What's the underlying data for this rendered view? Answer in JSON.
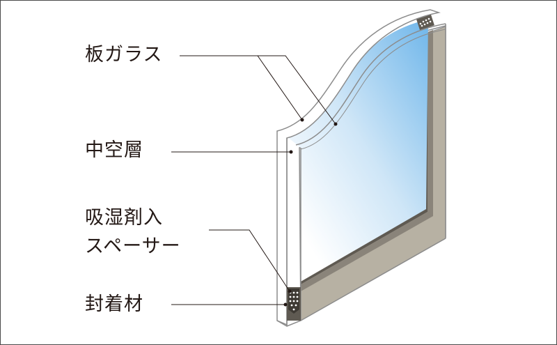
{
  "labels": {
    "glass": "板ガラス",
    "air_layer": "中空層",
    "spacer_line1": "吸湿剤入",
    "spacer_line2": "スペーサー",
    "sealant": "封着材"
  },
  "colors": {
    "glass_gradient_top": "#6fb6ea",
    "glass_gradient_bottom": "#ffffff",
    "glass_edge": "#8c8c8c",
    "spacer": "#5f5a52",
    "frame_beige": "#b7b1a3",
    "leader_line": "#231815"
  }
}
